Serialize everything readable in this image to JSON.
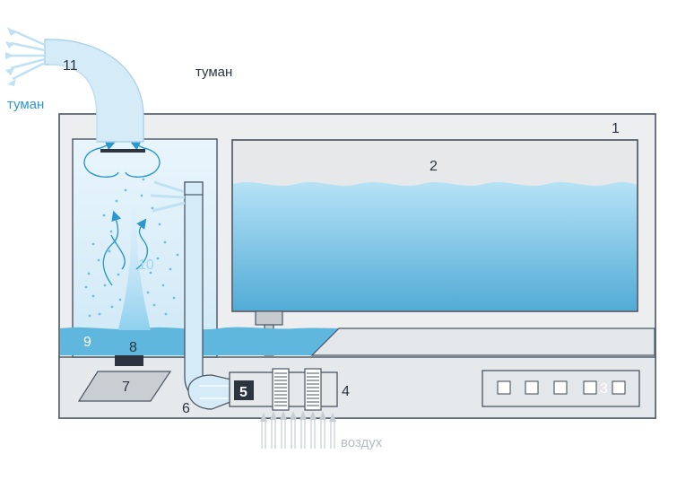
{
  "labels": {
    "n1": "1",
    "n2": "2",
    "n3": "3",
    "n4": "4",
    "n5": "5",
    "n6": "6",
    "n7": "7",
    "n8": "8",
    "n9": "9",
    "n10": "10",
    "n11": "11"
  },
  "words": {
    "fog_top": "туман",
    "fog_left": "туман",
    "air": "воздух"
  },
  "colors": {
    "outline": "#4a5563",
    "water": "#5fb7de",
    "water_light": "#a9dcf2",
    "fog": "#d7edf8",
    "panel": "#e4e7ea",
    "accent_blue": "#2a97cf",
    "dark": "#2c3440"
  }
}
